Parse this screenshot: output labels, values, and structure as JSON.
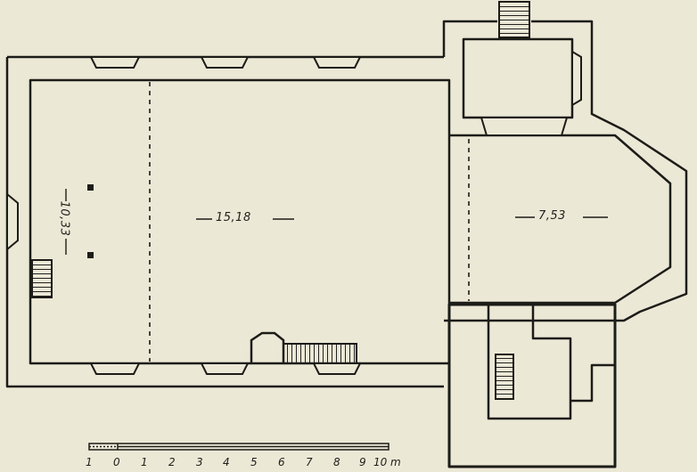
{
  "plan": {
    "dimensions": {
      "nave_length": "15,18",
      "nave_width": "10,33",
      "chancel_length": "7,53"
    },
    "scale_bar": {
      "ticks": [
        "1",
        "0",
        "1",
        "2",
        "3",
        "4",
        "5",
        "6",
        "7",
        "8",
        "9",
        "10"
      ],
      "unit": "m"
    }
  }
}
